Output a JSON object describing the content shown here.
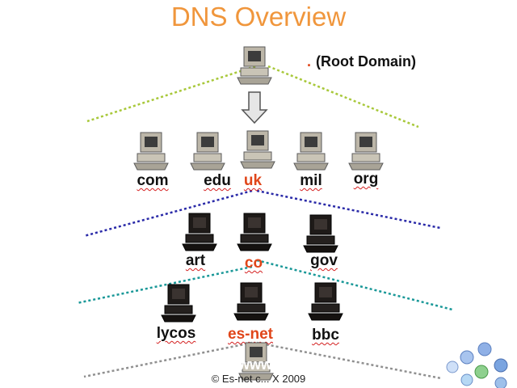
{
  "title": "DNS Overview",
  "root": {
    "symbol": ".",
    "label": "(Root Domain)"
  },
  "tld": [
    "com",
    "edu",
    "uk",
    "mil",
    "org"
  ],
  "second_level": [
    "art",
    "co",
    "gov"
  ],
  "third_level": [
    "lycos",
    "es-net",
    "bbc"
  ],
  "host": "www",
  "copyright": "© Es-net c... X 2009",
  "colors": {
    "title": "#f0963c",
    "highlight": "#e0461a",
    "line_root": "#a8c83a",
    "line_uk": "#2a2aa8",
    "line_co": "#1a9898",
    "line_esnet": "#909090"
  }
}
